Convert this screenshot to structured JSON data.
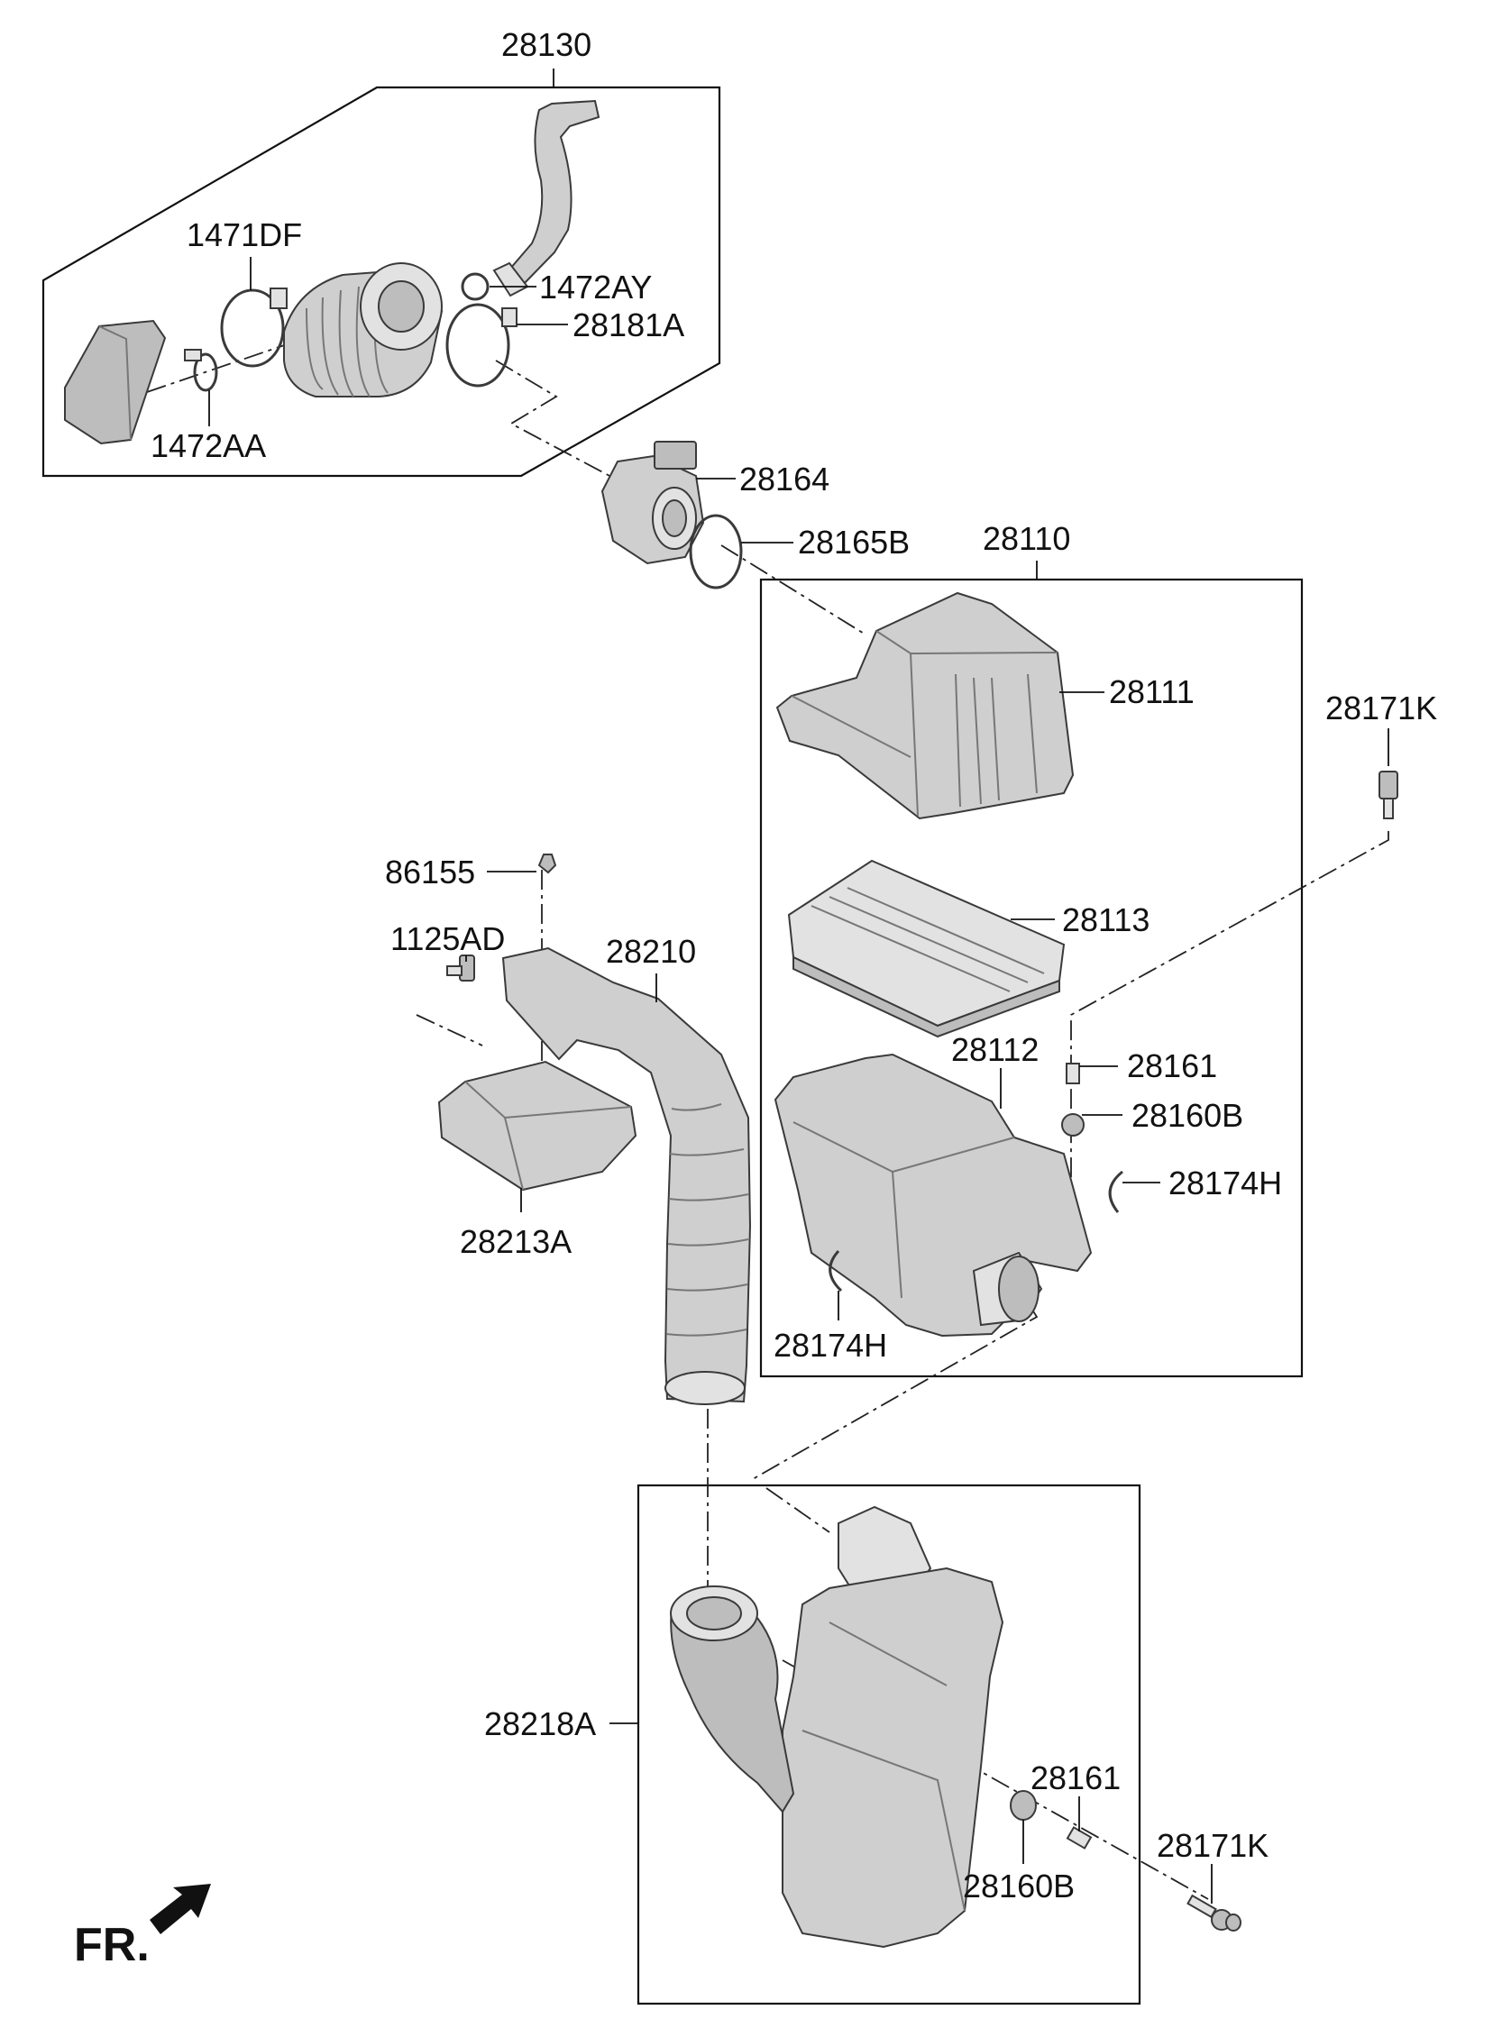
{
  "labels": {
    "l28130": "28130",
    "l1471DF": "1471DF",
    "l1472AY": "1472AY",
    "l28181A": "28181A",
    "l1472AA": "1472AA",
    "l28164": "28164",
    "l28165B": "28165B",
    "l28110": "28110",
    "l28111": "28111",
    "l28171K_top": "28171K",
    "l86155": "86155",
    "l1125AD": "1125AD",
    "l28210": "28210",
    "l28113": "28113",
    "l28112": "28112",
    "l28161_top": "28161",
    "l28160B_top": "28160B",
    "l28174H_right": "28174H",
    "l28213A": "28213A",
    "l28174H_left": "28174H",
    "l28218A": "28218A",
    "l28161_bot": "28161",
    "l28171K_bot": "28171K",
    "l28160B_bot": "28160B"
  },
  "orientation": {
    "front_label": "FR."
  },
  "icons": {
    "front_arrow": "front-direction-arrow-icon"
  }
}
